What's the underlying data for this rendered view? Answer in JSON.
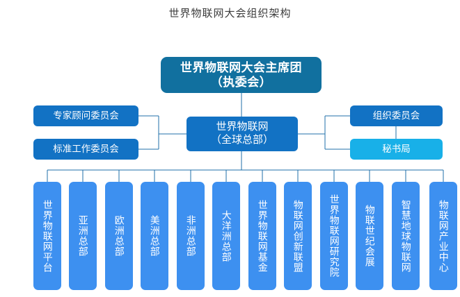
{
  "header": {
    "title": "世界物联网大会组织架构"
  },
  "colors": {
    "presidium": "#11709F",
    "headquarters": "#1272C4",
    "committee": "#1272C4",
    "secretariat": "#18B0E8",
    "branch": "#3D90F0",
    "connector": "#1F6FA8",
    "background": "#FFFFFF",
    "title_text": "#3C3C3C"
  },
  "chart_data": {
    "type": "diagram",
    "title": "世界物联网大会组织架构",
    "nodes": {
      "presidium": {
        "label": "世界物联网大会主席团\n（执委会）",
        "line1": "世界物联网大会主席团",
        "line2": "（执委会）",
        "level": 0,
        "color": "#11709F"
      },
      "headquarters": {
        "line1": "世界物联网",
        "line2": "（全球总部）",
        "level": 1,
        "color": "#1272C4"
      },
      "left_committees": [
        {
          "label": "专家顾问委员会",
          "color": "#1272C4"
        },
        {
          "label": "标准工作委员会",
          "color": "#1272C4"
        }
      ],
      "right_committees": [
        {
          "label": "组织委员会",
          "color": "#1272C4"
        },
        {
          "label": "秘书局",
          "color": "#18B0E8"
        }
      ],
      "branches": [
        {
          "label": "世界物联网平台",
          "color": "#3D90F0"
        },
        {
          "label": "亚洲总部",
          "color": "#3D90F0"
        },
        {
          "label": "欧洲总部",
          "color": "#3D90F0"
        },
        {
          "label": "美洲总部",
          "color": "#3D90F0"
        },
        {
          "label": "非洲总部",
          "color": "#3D90F0"
        },
        {
          "label": "大洋洲总部",
          "color": "#3D90F0"
        },
        {
          "label": "世界物联网基金",
          "color": "#3D90F0"
        },
        {
          "label": "物联网创新联盟",
          "color": "#3D90F0"
        },
        {
          "label": "世界物联网研究院",
          "color": "#3D90F0"
        },
        {
          "label": "物联世纪会展",
          "color": "#3D90F0"
        },
        {
          "label": "智慧地球物联网",
          "color": "#3D90F0"
        },
        {
          "label": "物联网产业中心",
          "color": "#3D90F0"
        }
      ]
    }
  }
}
